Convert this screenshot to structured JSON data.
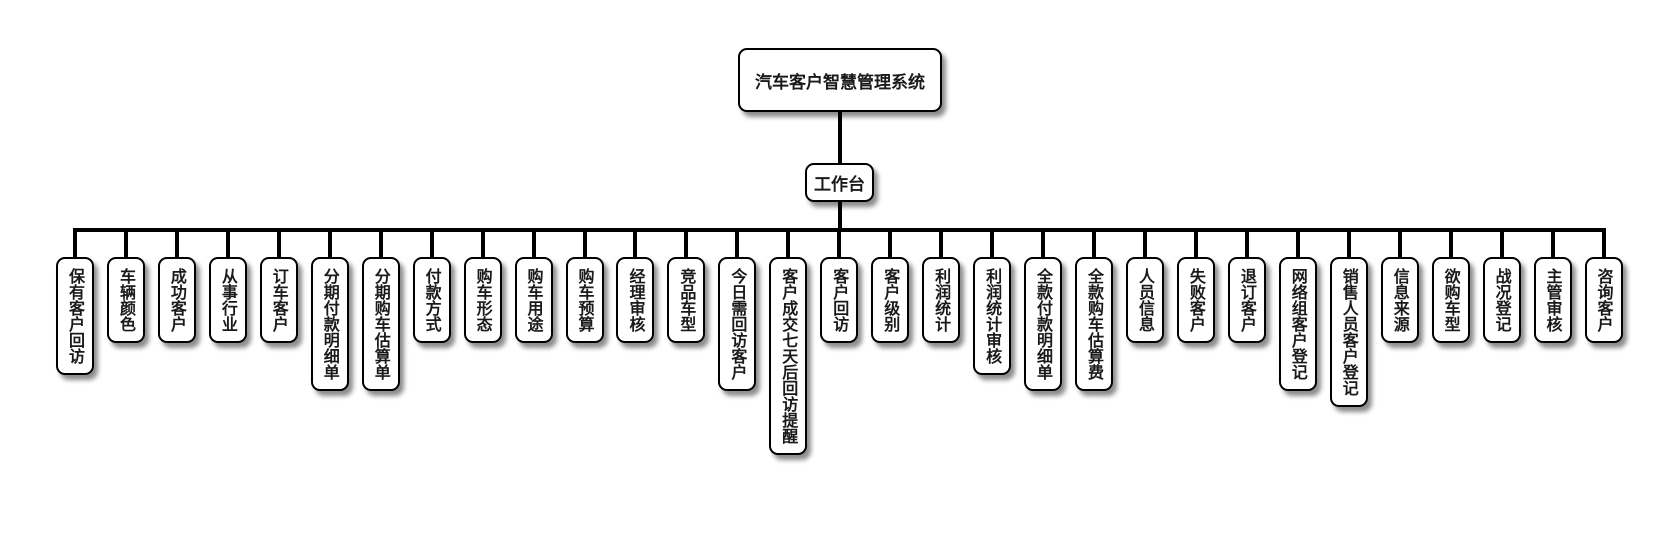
{
  "diagram": {
    "type": "org-tree",
    "root": {
      "label": "汽车客户智慧管理系统"
    },
    "hub": {
      "label": "工作台"
    },
    "children": [
      {
        "label": "保有客户回访"
      },
      {
        "label": "车辆颜色"
      },
      {
        "label": "成功客户"
      },
      {
        "label": "从事行业"
      },
      {
        "label": "订车客户"
      },
      {
        "label": "分期付款明细单"
      },
      {
        "label": "分期购车估算单"
      },
      {
        "label": "付款方式"
      },
      {
        "label": "购车形态"
      },
      {
        "label": "购车用途"
      },
      {
        "label": "购车预算"
      },
      {
        "label": "经理审核"
      },
      {
        "label": "竞品车型"
      },
      {
        "label": "今日需回访客户"
      },
      {
        "label": "客户成交七天后回访提醒"
      },
      {
        "label": "客户回访"
      },
      {
        "label": "客户级别"
      },
      {
        "label": "利润统计"
      },
      {
        "label": "利润统计审核"
      },
      {
        "label": "全款付款明细单"
      },
      {
        "label": "全款购车估算费"
      },
      {
        "label": "人员信息"
      },
      {
        "label": "失败客户"
      },
      {
        "label": "退订客户"
      },
      {
        "label": "网络组客户登记"
      },
      {
        "label": "销售人员客户登记"
      },
      {
        "label": "信息来源"
      },
      {
        "label": "欲购车型"
      },
      {
        "label": "战况登记"
      },
      {
        "label": "主管审核"
      },
      {
        "label": "咨询客户"
      }
    ]
  }
}
